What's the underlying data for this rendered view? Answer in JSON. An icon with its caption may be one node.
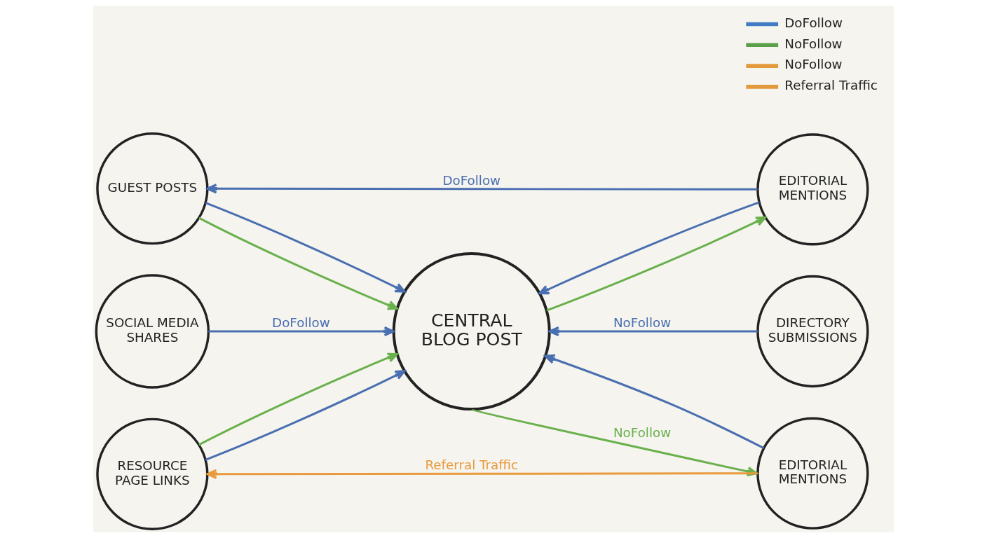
{
  "diagram": {
    "nodes": [
      {
        "text": [
          "GUEST POSTS"
        ]
      },
      {
        "text": [
          "EDITORIAL MENTIONS"
        ]
      },
      {
        "text": [
          "SOCIAL MEDIA SHARES"
        ]
      },
      {
        "text": [
          "CENTRAL BLOG POST"
        ]
      },
      {
        "text": [
          "DIRECTORY SUBMISSIONS"
        ]
      },
      {
        "text": [
          "RESOURCE PAGE LINKS"
        ]
      },
      {
        "text": [
          "EDITORIAL MENTIONS"
        ]
      }
    ],
    "edges": [
      {
        "from": 1,
        "to": 0,
        "arrow": "to",
        "label": "DoFollow"
      },
      {
        "from": 0,
        "to": 3,
        "arrow": "to",
        "color": "#6ab04c"
      },
      {
        "from": 3,
        "to": 1,
        "arrow": "to",
        "color": "#6ab04c"
      },
      {
        "from": 0,
        "to": 3,
        "arrow": "to"
      },
      {
        "from": 1,
        "to": 3,
        "arrow": "to"
      },
      {
        "from": 2,
        "to": 3,
        "arrow": "to",
        "label": "DoFollow"
      },
      {
        "from": 4,
        "to": 3,
        "arrow": "to",
        "label": "NoFollow"
      },
      {
        "from": 5,
        "to": 3,
        "arrow": "to"
      },
      {
        "from": 6,
        "to": 3,
        "arrow": "to"
      },
      {
        "from": 5,
        "to": 3,
        "arrow": "to",
        "color": "#6ab04c"
      },
      {
        "from": 3,
        "to": 6,
        "arrow": "to",
        "color": "#6ab04c",
        "label": "NoFollow"
      },
      {
        "from": 6,
        "to": 5,
        "arrow": "to",
        "color": "#e89a3c",
        "label": "Referral Traffic"
      }
    ],
    "legend": [
      {
        "text": "DoFollow",
        "color": "#3f7cc4"
      },
      {
        "text": "NoFollow",
        "color": "#5aa048"
      },
      {
        "text": "NoFollow",
        "color": "#e39a3b"
      },
      {
        "text": "Referral Traffic",
        "color": "#e39a3b"
      }
    ]
  }
}
